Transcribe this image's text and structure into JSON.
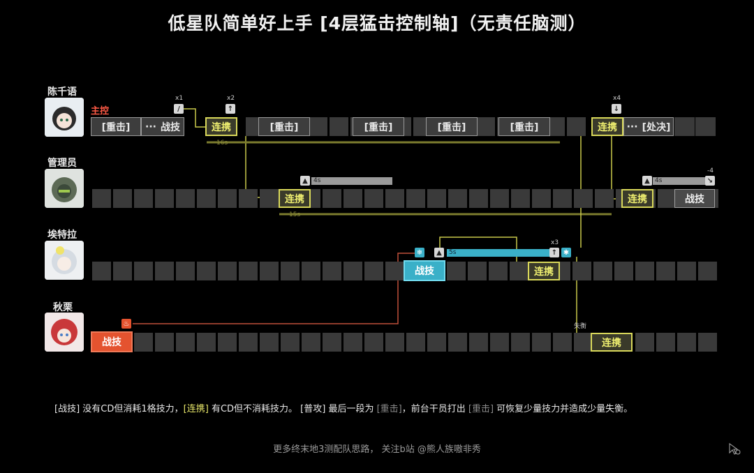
{
  "title": "低星队简单好上手 [4层猛击控制轴]（无责任脑测）",
  "characters": [
    {
      "name": "陈千语",
      "role_label": "主控"
    },
    {
      "name": "管理员"
    },
    {
      "name": "埃特拉"
    },
    {
      "name": "秋栗"
    }
  ],
  "skills": {
    "zhongji": "[重击]",
    "zhanji": "战技",
    "lianxie": "连携",
    "chujue": "[处决]",
    "dots": "···"
  },
  "markers": {
    "x1": "x1",
    "x2": "x2",
    "x3": "x3",
    "x4": "x4",
    "16s": "16s",
    "15s": "15s",
    "4s": "4s",
    "5s": "5s",
    "minus4": "-4",
    "shiheng": "失衡"
  },
  "note": {
    "p1": "[战技]",
    "p2": " 没有CD但消耗1格技力，",
    "p3": "[连携]",
    "p4": " 有CD但不消耗技力。 [普攻] 最后一段为 ",
    "p5": "[重击]",
    "p6": "，前台干员打出 ",
    "p7": "[重击]",
    "p8": " 可恢复少量技力并造成少量失衡。"
  },
  "footer": "更多终末地3测配队思路， 关注b站 @熊人族嗷非秀",
  "colors": {
    "yellow": "#d9d85a",
    "cyan": "#3ab0c8",
    "red": "#e4532f",
    "line_yellow": "#c9c94a",
    "line_red": "#c0503a"
  }
}
